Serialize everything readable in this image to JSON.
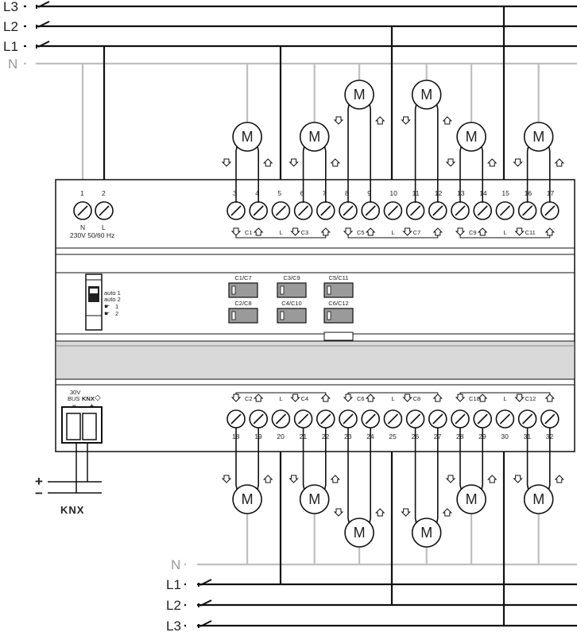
{
  "lines": {
    "top": [
      {
        "id": "L3",
        "label": "L3"
      },
      {
        "id": "L2",
        "label": "L2"
      },
      {
        "id": "L1",
        "label": "L1"
      },
      {
        "id": "N",
        "label": "N"
      }
    ],
    "bottom": [
      {
        "id": "N",
        "label": "N"
      },
      {
        "id": "L1",
        "label": "L1"
      },
      {
        "id": "L2",
        "label": "L2"
      },
      {
        "id": "L3",
        "label": "L3"
      }
    ]
  },
  "supply": {
    "terminals": [
      {
        "num": "1",
        "label": "N"
      },
      {
        "num": "2",
        "label": "L"
      }
    ],
    "rating": "230V  50/60 Hz"
  },
  "top_terminals": [
    "3",
    "4",
    "5",
    "6",
    "7",
    "8",
    "9",
    "10",
    "11",
    "12",
    "13",
    "14",
    "15",
    "16",
    "17"
  ],
  "bottom_terminals": [
    "18",
    "19",
    "20",
    "21",
    "22",
    "23",
    "24",
    "25",
    "26",
    "27",
    "28",
    "29",
    "30",
    "31",
    "32"
  ],
  "top_channel_labels": [
    "C1",
    "L",
    "C3",
    "C5",
    "L",
    "C7",
    "C9",
    "L",
    "C11"
  ],
  "bottom_channel_labels": [
    "C2",
    "L",
    "C4",
    "C6",
    "L",
    "C8",
    "C10",
    "L",
    "C12"
  ],
  "motor_label": "M",
  "manual": {
    "switch_labels": [
      "auto 1",
      "auto 2",
      "1",
      "2"
    ],
    "buttons": [
      {
        "id": "c1c7",
        "label": "C1/C7"
      },
      {
        "id": "c3c9",
        "label": "C3/C9"
      },
      {
        "id": "c5c11",
        "label": "C5/C11"
      },
      {
        "id": "c2c8",
        "label": "C2/C8"
      },
      {
        "id": "c4c10",
        "label": "C4/C10"
      },
      {
        "id": "c6c12",
        "label": "C6/C12"
      }
    ]
  },
  "bus": {
    "voltage": "30V",
    "bus_label": "BUS",
    "knx_logo": "KNX",
    "minus": "−",
    "plus": "+",
    "wire_minus": "−",
    "wire_plus": "+",
    "caption": "KNX"
  },
  "colors": {
    "line": "#111111",
    "neutral": "#bfbfbf",
    "panel": "#d9d9d9",
    "button": "#9a9a9a"
  }
}
